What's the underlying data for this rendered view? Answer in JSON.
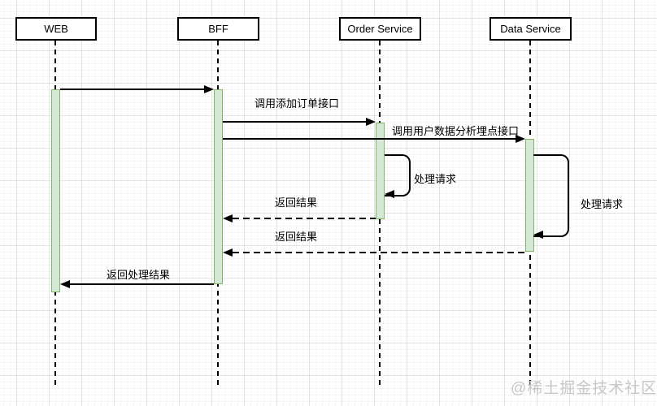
{
  "diagram": {
    "type": "uml-sequence",
    "actors": [
      {
        "id": "web",
        "label": "WEB"
      },
      {
        "id": "bff",
        "label": "BFF"
      },
      {
        "id": "order",
        "label": "Order Service"
      },
      {
        "id": "data",
        "label": "Data Service"
      }
    ],
    "messages": [
      {
        "from": "WEB",
        "to": "BFF",
        "label": "",
        "type": "solid-arrow"
      },
      {
        "from": "BFF",
        "to": "Order Service",
        "label": "调用添加订单接口",
        "type": "solid-arrow"
      },
      {
        "from": "BFF",
        "to": "Data Service",
        "label": "调用用户数据分析埋点接口",
        "type": "solid-arrow"
      },
      {
        "from": "Order Service",
        "to": "Order Service",
        "label": "处理请求",
        "type": "self-loop"
      },
      {
        "from": "Data Service",
        "to": "Data Service",
        "label": "处理请求",
        "type": "self-loop"
      },
      {
        "from": "Order Service",
        "to": "BFF",
        "label": "返回结果",
        "type": "dashed-arrow"
      },
      {
        "from": "Data Service",
        "to": "BFF",
        "label": "返回结果",
        "type": "dashed-arrow"
      },
      {
        "from": "BFF",
        "to": "WEB",
        "label": "返回处理结果",
        "type": "solid-arrow"
      }
    ],
    "colors": {
      "activation_fill": "#d5e8d4",
      "activation_border": "#82b366",
      "line": "#000000",
      "grid_major": "#e4e4e4",
      "grid_minor": "#f5f5f5",
      "watermark_text": "#c7c7c7"
    },
    "watermark": "@稀土掘金技术社区"
  }
}
